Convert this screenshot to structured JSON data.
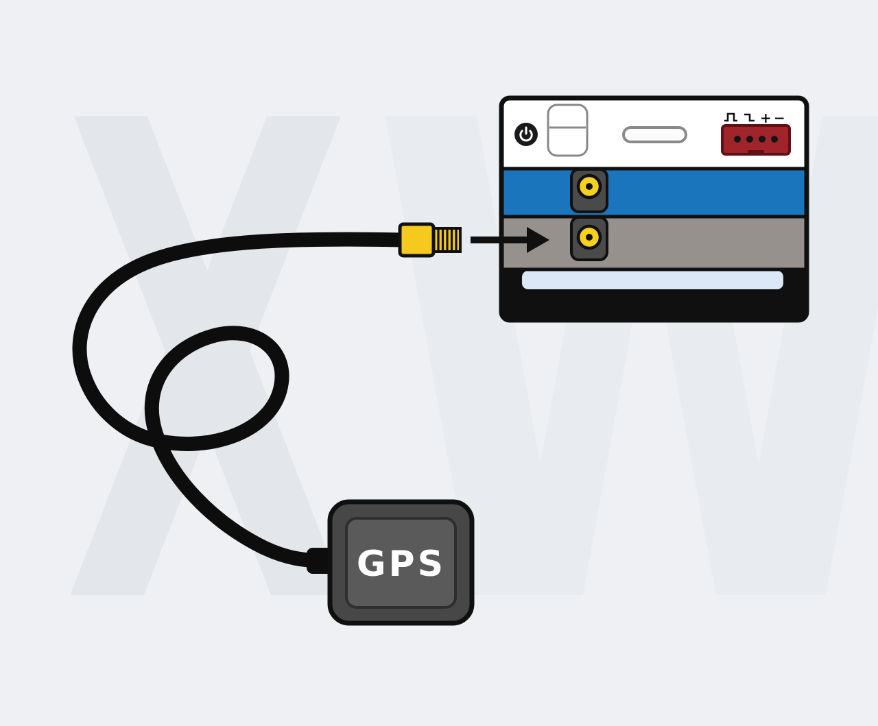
{
  "background": {
    "color": "#eef0f3",
    "watermark_left": "X",
    "watermark_right": "W",
    "watermark_color_left": "#e3e6ea",
    "watermark_color_right": "#e8ebef"
  },
  "device": {
    "symbols": {
      "pulse": "square-pulse-icon",
      "step": "step-wave-icon",
      "plus": "+",
      "minus": "−"
    },
    "colors": {
      "band_blue": "#1b75bc",
      "band_gray": "#96918d",
      "panel_black": "#101010",
      "slot_light": "#dce8f7",
      "connector_red": "#a0242a",
      "jack_yellow": "#f6d21e",
      "jack_housing": "#4a4a4a"
    }
  },
  "cable": {
    "color": "#0d0d0d",
    "plug_yellow": "#f5c91d"
  },
  "arrow": {
    "color": "#101010",
    "direction": "right"
  },
  "gps": {
    "label": "GPS",
    "body_color": "#474747",
    "face_color": "#5a5a5a",
    "label_color": "#ffffff"
  }
}
